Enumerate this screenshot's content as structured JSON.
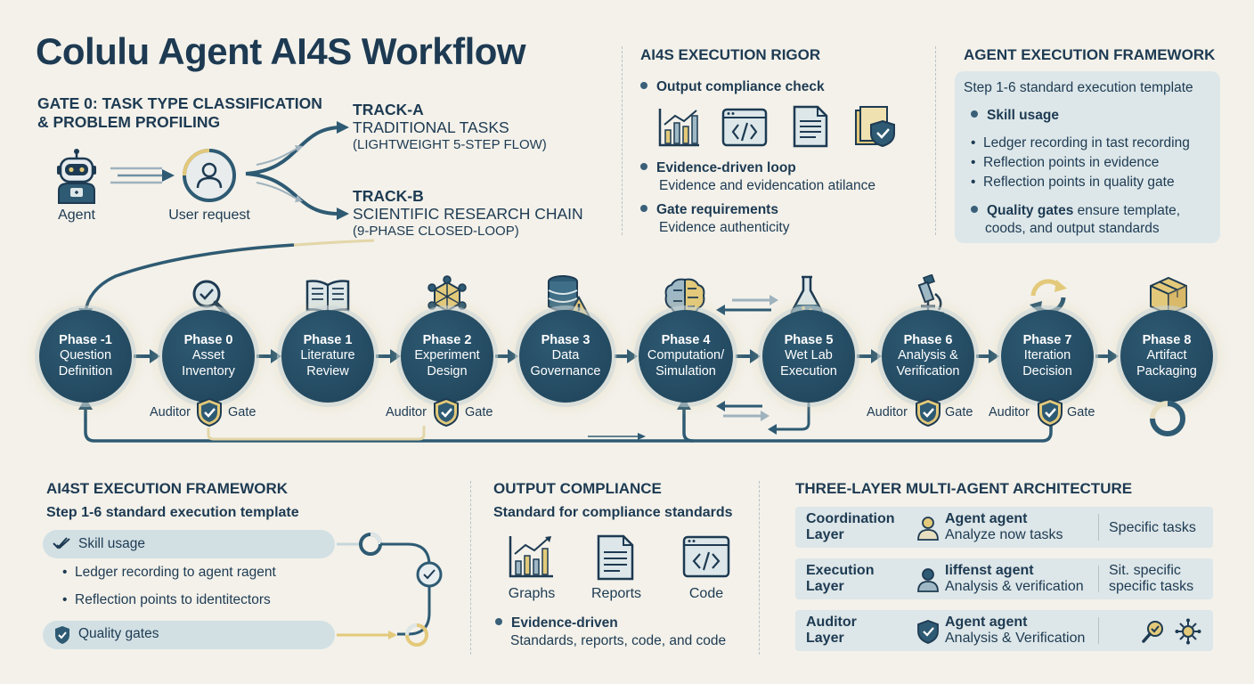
{
  "title": "Colulu Agent AI4S Workflow",
  "gate0": {
    "line1": "GATE 0: TASK TYPE CLASSIFICATION",
    "line2": "& PROBLEM PROFILING",
    "agent_label": "Agent",
    "user_label": "User request"
  },
  "track_a": {
    "label": "TRACK-A",
    "title": "TRADITIONAL TASKS",
    "sub": "(LIGHTWEIGHT 5-STEP FLOW)"
  },
  "track_b": {
    "label": "TRACK-B",
    "title": "SCIENTIFIC RESEARCH CHAIN",
    "sub": "(9-PHASE CLOSED-LOOP)"
  },
  "rigor": {
    "title": "AI4S EXECUTION RIGOR",
    "b1": "Output compliance check",
    "b2": "Evidence-driven loop",
    "b2_sub": "Evidence and evidencation atilance",
    "b3": "Gate requirements",
    "b3_sub": "Evidence authenticity"
  },
  "agent_framework": {
    "title": "AGENT EXECUTION FRAMEWORK",
    "step": "Step 1-6 standard execution template",
    "skill": "Skill usage",
    "items": [
      "Ledger recording in tast recording",
      "Reflection points in evidence",
      "Reflection points in quality gate"
    ],
    "qg_bold": "Quality gates",
    "qg_rest": " ensure template,",
    "qg_line2": "coods, and output standards"
  },
  "phases": [
    {
      "t": "Phase -1",
      "l1": "Question",
      "l2": "Definition"
    },
    {
      "t": "Phase 0",
      "l1": "Asset",
      "l2": "Inventory"
    },
    {
      "t": "Phase 1",
      "l1": "Literature",
      "l2": "Review"
    },
    {
      "t": "Phase 2",
      "l1": "Experiment",
      "l2": "Design"
    },
    {
      "t": "Phase 3",
      "l1": "Data",
      "l2": "Governance"
    },
    {
      "t": "Phase 4",
      "l1": "Computation/",
      "l2": "Simulation"
    },
    {
      "t": "Phase 5",
      "l1": "Wet Lab",
      "l2": "Execution"
    },
    {
      "t": "Phase 6",
      "l1": "Analysis &",
      "l2": "Verification"
    },
    {
      "t": "Phase 7",
      "l1": "Iteration",
      "l2": "Decision"
    },
    {
      "t": "Phase 8",
      "l1": "Artifact",
      "l2": "Packaging"
    }
  ],
  "auditor": "Auditor",
  "gate": "Gate",
  "ai4st": {
    "title": "AI4ST EXECUTION FRAMEWORK",
    "step": "Step 1-6 standard execution template",
    "skill": "Skill usage",
    "items": [
      "Ledger recording to agent ragent",
      "Reflection points to identitectors"
    ],
    "qg": "Quality gates"
  },
  "output": {
    "title": "OUTPUT COMPLIANCE",
    "sub": "Standard for compliance standards",
    "icons": [
      "Graphs",
      "Reports",
      "Code"
    ],
    "ev_title": "Evidence-driven",
    "ev_sub": "Standards, reports, code, and code"
  },
  "three_layer": {
    "title": "THREE-LAYER MULTI-AGENT ARCHITECTURE",
    "layers": [
      {
        "n1": "Coordination",
        "n2": "Layer",
        "a1": "Agent agent",
        "a2": "Analyze now tasks",
        "r1": "Specific tasks",
        "r2": ""
      },
      {
        "n1": "Execution",
        "n2": "Layer",
        "a1": "Iiffenst agent",
        "a2": "Analysis & verification",
        "r1": "Sit. specific",
        "r2": "specific tasks"
      },
      {
        "n1": "Auditor",
        "n2": "Layer",
        "a1": "Agent agent",
        "a2": "Analysis & Verification",
        "r1": "",
        "r2": ""
      }
    ]
  },
  "colors": {
    "navy": "#1d3a52",
    "teal": "#2e5a73",
    "gold": "#e3c97a",
    "panel": "#dde7e9"
  }
}
